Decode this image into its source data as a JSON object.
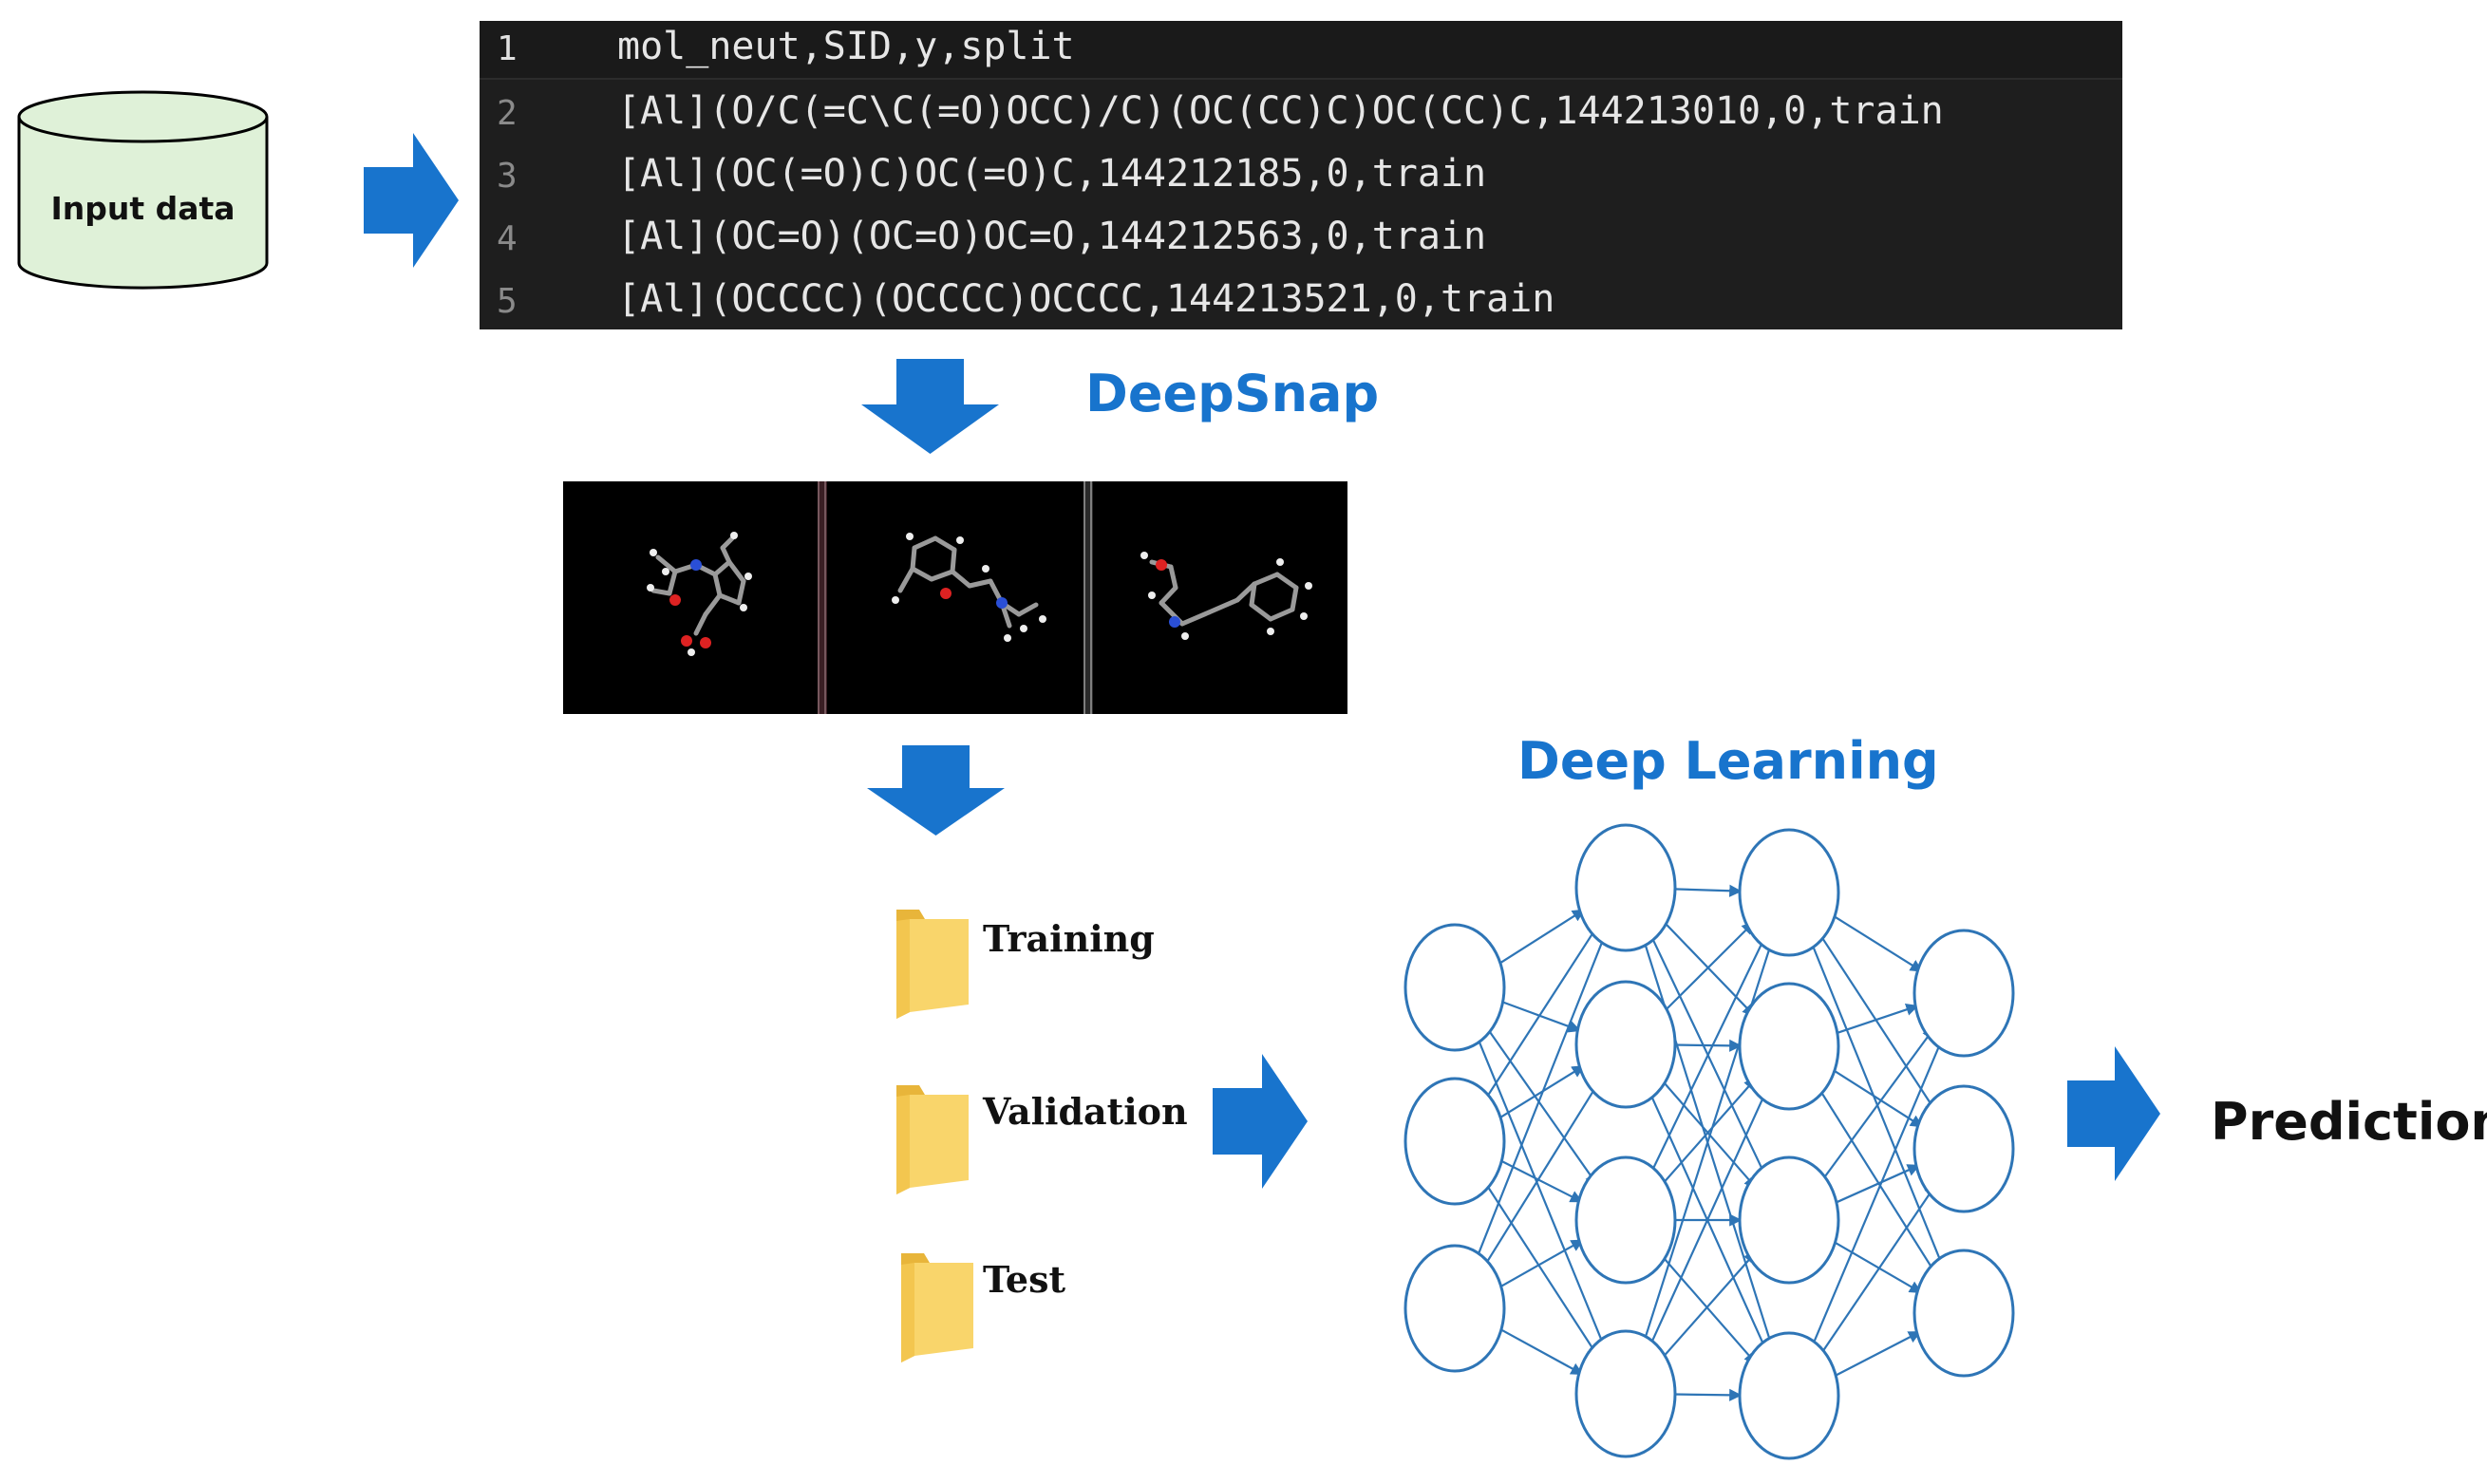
{
  "input": {
    "label": "Input data"
  },
  "code": {
    "lines": [
      {
        "num": "1",
        "text": "mol_neut,SID,y,split"
      },
      {
        "num": "2",
        "text": "[Al](O/C(=C\\C(=O)OCC)/C)(OC(CC)C)OC(CC)C,144213010,0,train"
      },
      {
        "num": "3",
        "text": "[Al](OC(=O)C)OC(=O)C,144212185,0,train"
      },
      {
        "num": "4",
        "text": "[Al](OC=O)(OC=O)OC=O,144212563,0,train"
      },
      {
        "num": "5",
        "text": "[Al](OCCCC)(OCCCC)OCCCC,144213521,0,train"
      }
    ]
  },
  "deepsnap": {
    "label": "DeepSnap"
  },
  "folders": [
    {
      "label": "Training"
    },
    {
      "label": "Validation"
    },
    {
      "label": "Test"
    }
  ],
  "deep_learning": {
    "label": "Deep Learning"
  },
  "prediction": {
    "label": "Prediction"
  },
  "colors": {
    "arrow": "#1874cd",
    "title": "#1874cd",
    "cylinder_fill": "#dff1d8",
    "folder": "#f9d56b",
    "network": "#2e75b6",
    "code_bg": "#1e1e1e"
  },
  "icons": {
    "input": "database-cylinder-icon",
    "folder": "folder-icon",
    "arrow": "arrow-icon"
  }
}
